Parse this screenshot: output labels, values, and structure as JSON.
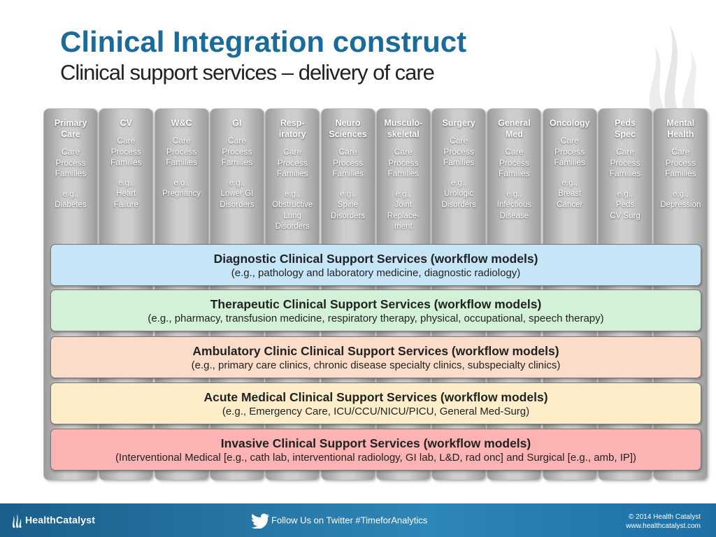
{
  "title": "Clinical Integration construct",
  "subtitle": "Clinical support services – delivery of care",
  "columns": [
    {
      "name": "Primary\nCare",
      "families": "Care\nProcess\nFamilies",
      "example": "e.g.,\nDiabetes"
    },
    {
      "name": "CV",
      "families": "Care\nProcess\nFamilies",
      "example": "e.g.,\nHeart\nFailure"
    },
    {
      "name": "W&C",
      "families": "Care\nProcess\nFamilies",
      "example": "e.g.,\nPregnancy"
    },
    {
      "name": "GI",
      "families": "Care\nProcess\nFamilies",
      "example": "e.g.,\nLower GI\nDisorders"
    },
    {
      "name": "Resp-\niratory",
      "families": "Care\nProcess\nFamilies",
      "example": "e.g.,\nObstructive\nLung\nDisorders"
    },
    {
      "name": "Neuro\nSciences",
      "families": "Care\nProcess\nFamilies",
      "example": "e.g.,\nSpine\nDisorders"
    },
    {
      "name": "Musculo-\nskeletal",
      "families": "Care\nProcess\nFamilies",
      "example": "e.g.,\nJoint\nReplace-\nment"
    },
    {
      "name": "Surgery",
      "families": "Care\nProcess\nFamilies",
      "example": "e.g.,\nUrologic\nDisorders"
    },
    {
      "name": "General\nMed",
      "families": "Care\nProcess\nFamilies",
      "example": "e.g.,\nInfectious\nDisease"
    },
    {
      "name": "Oncology",
      "families": "Care\nProcess\nFamilies",
      "example": "e.g.,\nBreast\nCancer"
    },
    {
      "name": "Peds\nSpec",
      "families": "Care\nProcess\nFamilies",
      "example": "e.g.,\nPeds\nCV Surg"
    },
    {
      "name": "Mental\nHealth",
      "families": "Care\nProcess\nFamilies",
      "example": "e.g.,\nDepression"
    }
  ],
  "bands": [
    {
      "title": "Diagnostic Clinical Support Services (workflow models)",
      "subtitle": "(e.g., pathology and laboratory medicine, diagnostic radiology)",
      "color": "#c6e6f8"
    },
    {
      "title": "Therapeutic Clinical Support Services (workflow models)",
      "subtitle": "(e.g., pharmacy, transfusion medicine, respiratory therapy, physical, occupational, speech therapy)",
      "color": "#d3f1d6"
    },
    {
      "title": "Ambulatory Clinic Clinical Support Services (workflow models)",
      "subtitle": "(e.g., primary care clinics, chronic disease specialty clinics, subspecialty clinics)",
      "color": "#fbdcc8"
    },
    {
      "title": "Acute Medical Clinical Support Services (workflow models)",
      "subtitle": "(e.g., Emergency Care, ICU/CCU/NICU/PICU, General Med-Surg)",
      "color": "#fdedc8"
    },
    {
      "title": "Invasive Clinical Support Services (workflow models)",
      "subtitle": "(Interventional Medical [e.g., cath lab, interventional radiology, GI lab, L&D, rad onc] and Surgical [e.g., amb, IP])",
      "color": "#fbb3b3"
    }
  ],
  "footer": {
    "logo": "HealthCatalyst",
    "twitter": "Follow Us on Twitter #TimeforAnalytics",
    "copyright": "© 2014 Health Catalyst",
    "website": "www.healthcatalyst.com"
  }
}
